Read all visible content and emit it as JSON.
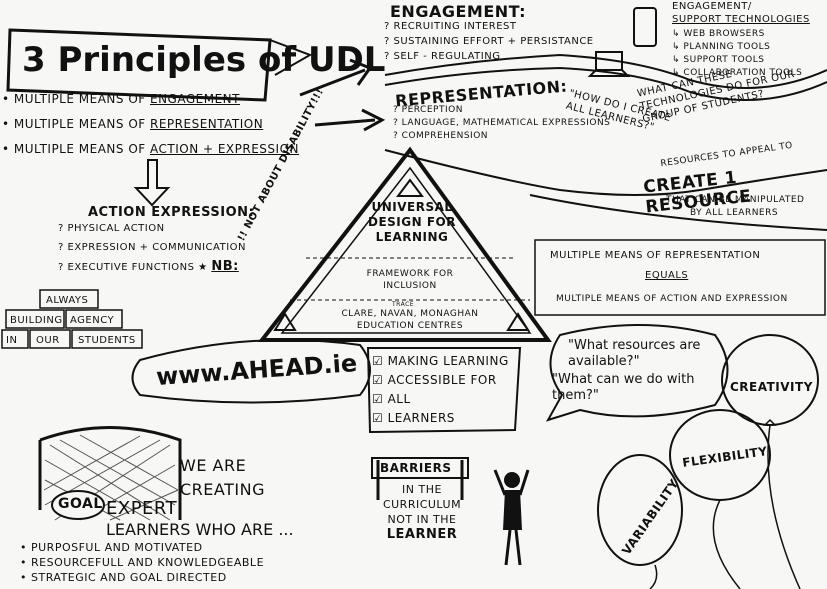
{
  "title": "3 Principles of UDL",
  "principles": [
    {
      "prefix": "Multiple means of",
      "term": "Engagement"
    },
    {
      "prefix": "Multiple means of",
      "term": "Representation"
    },
    {
      "prefix": "Multiple means of",
      "term": "Action + Expression"
    }
  ],
  "action_expression": {
    "heading": "Action Expression:",
    "items": [
      "Physical action",
      "Expression + Communication",
      "Executive functions"
    ],
    "nb": "NB:"
  },
  "bricks": [
    "Always",
    "Building",
    "Agency",
    "In",
    "our",
    "Students"
  ],
  "engagement": {
    "heading": "Engagement:",
    "items": [
      "Recruiting interest",
      "Sustaining effort + persistance",
      "Self - regulating"
    ]
  },
  "support_tech": {
    "heading_1": "Engagement/",
    "heading_2": "Support technologies",
    "items": [
      "Web browsers",
      "Planning tools",
      "Support tools",
      "Collaboration tools"
    ],
    "question": "What can these technologies do for our group of students?"
  },
  "representation": {
    "heading": "Representation:",
    "items": [
      "Perception",
      "Language, mathematical expressions",
      "Comprehension"
    ],
    "quote": "\"How do I create all learners?\""
  },
  "resources": {
    "line1": "Resources to appeal to",
    "line2": "Create 1 Resource",
    "line3": "that can be manipulated",
    "line4": "by all learners"
  },
  "triangle": {
    "side_text": "!! Not about disability!!!",
    "top": "Universal Design for Learning",
    "middle": "Framework for inclusion",
    "bottom_small": "Trace",
    "bottom": "Clare, Navan, Monaghan Education Centres"
  },
  "equals_box": {
    "top": "Multiple means of representation",
    "mid": "equals",
    "bottom": "Multiple means of action and expression"
  },
  "website": "www.AHEAD.ie",
  "checklist": [
    "Making learning",
    "Accessible for",
    "All",
    "Learners"
  ],
  "barriers": {
    "sign": "Barriers",
    "text": [
      "in the",
      "curriculum",
      "not in the",
      "learner"
    ]
  },
  "questions": {
    "q1": "\"What resources are available?\"",
    "q2": "\"What can we do with them?\""
  },
  "balloons": [
    "Creativity",
    "Flexibility",
    "Variability"
  ],
  "goal": "Goal",
  "expert": {
    "line1": "We are",
    "line2": "creating",
    "line3": "Expert",
    "line4": "learners who are ...",
    "bullets": [
      "Purposful and motivated",
      "Resourcefull and knowledgeable",
      "Strategic and goal directed"
    ]
  }
}
